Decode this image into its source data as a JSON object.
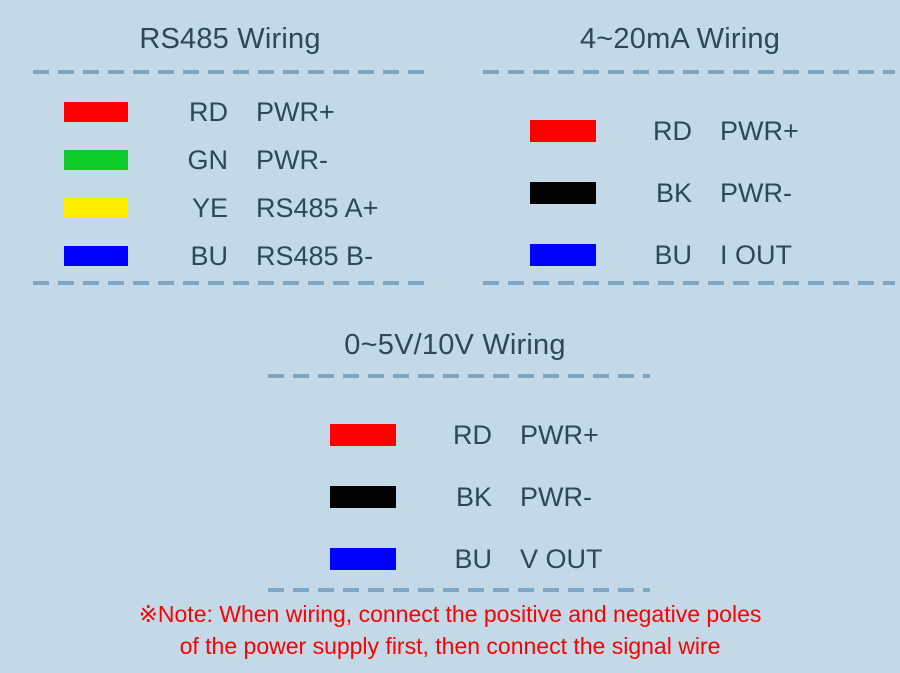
{
  "theme": {
    "background": "#c3d9e8",
    "text_color": "#2e4858",
    "rule_color": "#7da7c3",
    "note_color": "#fe0000"
  },
  "panels": [
    {
      "id": "rs485",
      "title": "RS485 Wiring",
      "rows": [
        {
          "color": "#ff0000",
          "color_name": "red",
          "code": "RD",
          "function": "PWR+"
        },
        {
          "color": "#0fce2c",
          "color_name": "green",
          "code": "GN",
          "function": "PWR-"
        },
        {
          "color": "#ffee00",
          "color_name": "yellow",
          "code": "YE",
          "function": "RS485 A+"
        },
        {
          "color": "#0000ff",
          "color_name": "blue",
          "code": "BU",
          "function": "RS485 B-"
        }
      ]
    },
    {
      "id": "current",
      "title": "4~20mA Wiring",
      "rows": [
        {
          "color": "#ff0000",
          "color_name": "red",
          "code": "RD",
          "function": "PWR+"
        },
        {
          "color": "#000000",
          "color_name": "black",
          "code": "BK",
          "function": "PWR-"
        },
        {
          "color": "#0000ff",
          "color_name": "blue",
          "code": "BU",
          "function": "I OUT"
        }
      ]
    },
    {
      "id": "voltage",
      "title": "0~5V/10V Wiring",
      "rows": [
        {
          "color": "#ff0000",
          "color_name": "red",
          "code": "RD",
          "function": "PWR+"
        },
        {
          "color": "#000000",
          "color_name": "black",
          "code": "BK",
          "function": "PWR-"
        },
        {
          "color": "#0000ff",
          "color_name": "blue",
          "code": "BU",
          "function": "V OUT"
        }
      ]
    }
  ],
  "note": {
    "line1": "※Note: When wiring, connect the positive and negative poles",
    "line2": "of the power supply first, then connect the signal wire"
  }
}
